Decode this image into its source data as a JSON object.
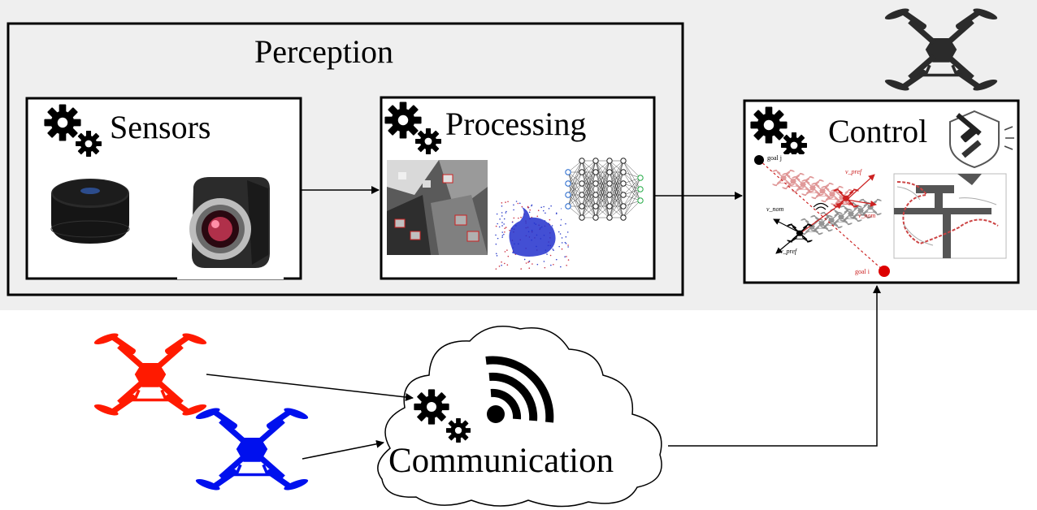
{
  "perception": {
    "title": "Perception"
  },
  "sensors": {
    "title": "Sensors",
    "items": [
      "lidar",
      "camera"
    ]
  },
  "processing": {
    "title": "Processing",
    "items": [
      "depth-image",
      "point-cloud",
      "neural-network"
    ]
  },
  "control": {
    "title": "Control",
    "plot_labels": {
      "goal_j": "goal j",
      "goal_i": "goal i",
      "v_pref_j": "v_pref",
      "v_nom_j": "v_nom",
      "v_nom_i": "v_nom",
      "v_pref_i": "v_pref"
    }
  },
  "communication": {
    "title": "Communication"
  },
  "icons": [
    "gears-icon",
    "wifi-icon",
    "shield-tools-icon",
    "drone-icon"
  ],
  "colors": {
    "background_band": "#efefef",
    "drone_dark": "#2b2b2b",
    "drone_red": "#ff1a00",
    "drone_blue": "#0010ee",
    "path_red": "#cc2222"
  }
}
